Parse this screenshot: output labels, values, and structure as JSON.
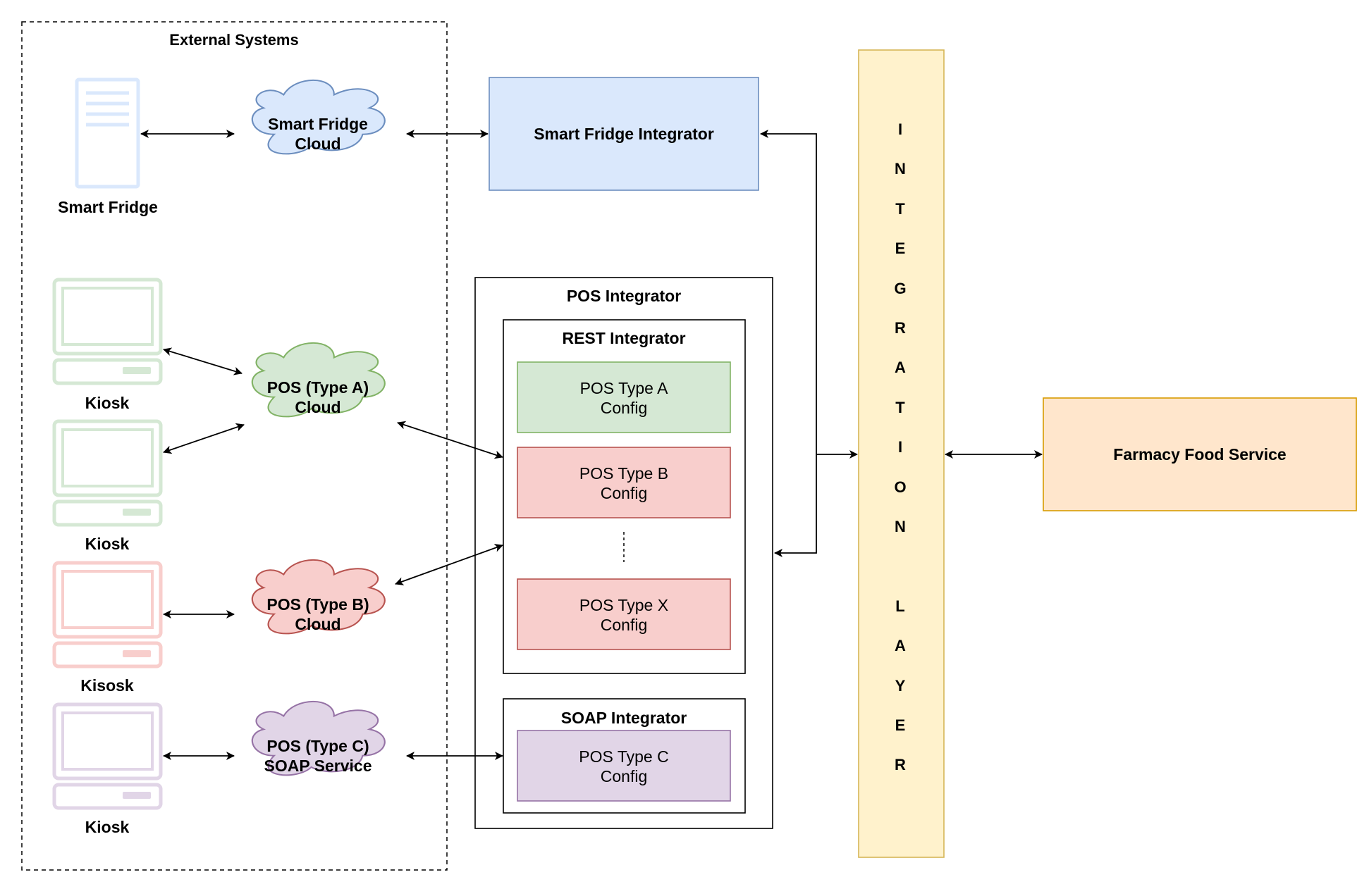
{
  "external": {
    "title": "External Systems"
  },
  "devices": {
    "fridge": "Smart Fridge",
    "kiosk1": "Kiosk",
    "kiosk2": "Kiosk",
    "kiosk3": "Kisosk",
    "kiosk4": "Kiosk"
  },
  "clouds": {
    "fridge": {
      "line1": "Smart Fridge",
      "line2": "Cloud"
    },
    "posA": {
      "line1": "POS (Type A)",
      "line2": "Cloud"
    },
    "posB": {
      "line1": "POS (Type B)",
      "line2": "Cloud"
    },
    "posC": {
      "line1": "POS (Type C)",
      "line2": "SOAP Service"
    }
  },
  "fridge_integrator": {
    "label": "Smart Fridge Integrator"
  },
  "pos_integrator": {
    "title": "POS Integrator",
    "rest": {
      "title": "REST Integrator",
      "configs": [
        {
          "line1": "POS Type A",
          "line2": "Config"
        },
        {
          "line1": "POS Type B",
          "line2": "Config"
        },
        {
          "line1": "POS Type X",
          "line2": "Config"
        }
      ]
    },
    "soap": {
      "title": "SOAP Integrator",
      "config": {
        "line1": "POS Type C",
        "line2": "Config"
      }
    }
  },
  "integration_layer": {
    "letters": [
      "I",
      "N",
      "T",
      "E",
      "G",
      "R",
      "A",
      "T",
      "I",
      "O",
      "N",
      "",
      "L",
      "A",
      "Y",
      "E",
      "R"
    ]
  },
  "farmacy": {
    "label": "Farmacy Food Service"
  },
  "colors": {
    "blue_fill": "#dae8fc",
    "blue_stroke": "#6c8ebf",
    "green_fill": "#d5e8d4",
    "green_stroke": "#82b366",
    "red_fill": "#f8cecc",
    "red_stroke": "#b85450",
    "purple_fill": "#e1d5e7",
    "purple_stroke": "#9673a6",
    "yellow_fill": "#fff2cc",
    "yellow_stroke": "#d6b656",
    "orange_fill": "#ffe6cc",
    "orange_stroke": "#d79b00"
  }
}
